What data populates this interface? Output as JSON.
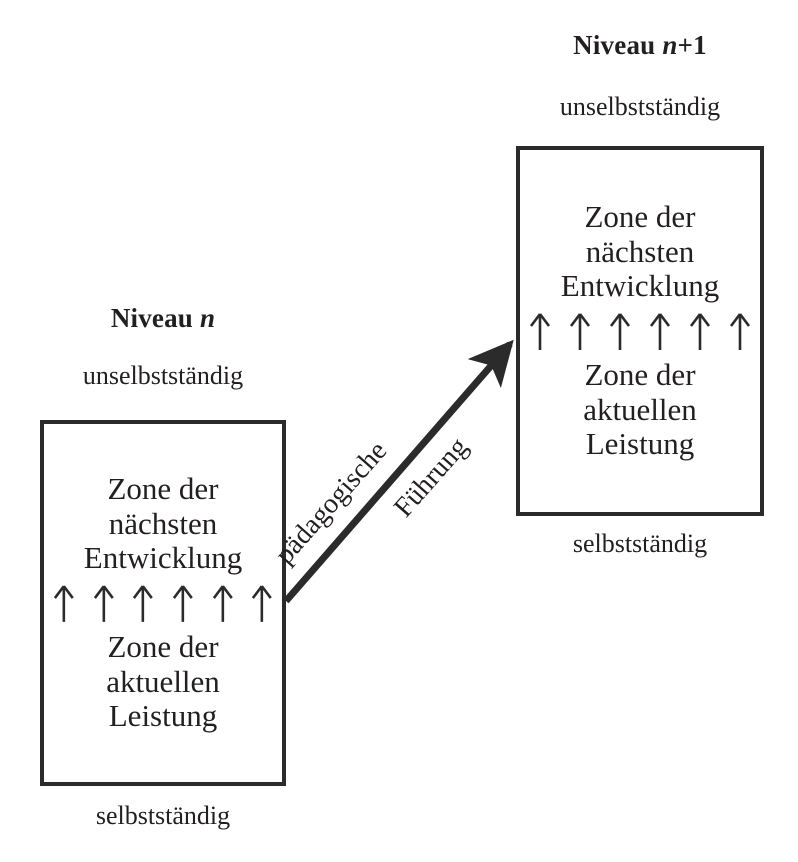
{
  "diagram": {
    "title_prefix": "Niveau",
    "levels": [
      {
        "id": "level-n",
        "heading_prefix": "Niveau",
        "heading_variable": "n",
        "heading_suffix": "",
        "top_label": "unselbstständig",
        "bottom_label": "selbstständig",
        "upper_zone": "Zone der\nnächsten\nEntwicklung",
        "lower_zone": "Zone der\naktuellen\nLeistung",
        "arrow_count": 6,
        "arrow_glyph": "up-arrow-icon"
      },
      {
        "id": "level-n-plus-1",
        "heading_prefix": "Niveau",
        "heading_variable": "n",
        "heading_suffix": "+1",
        "top_label": "unselbstständig",
        "bottom_label": "selbstständig",
        "upper_zone": "Zone der\nnächsten\nEntwicklung",
        "lower_zone": "Zone der\naktuellen\nLeistung",
        "arrow_count": 6,
        "arrow_glyph": "up-arrow-icon"
      }
    ],
    "transition_arrow": {
      "label_upper": "pädagogische",
      "label_lower": "Führung",
      "direction": "diagonal-up-right",
      "angle_degrees": -48
    },
    "colors": {
      "ink": "#231f20",
      "stroke": "#2b2b2b",
      "background": "#ffffff"
    }
  }
}
